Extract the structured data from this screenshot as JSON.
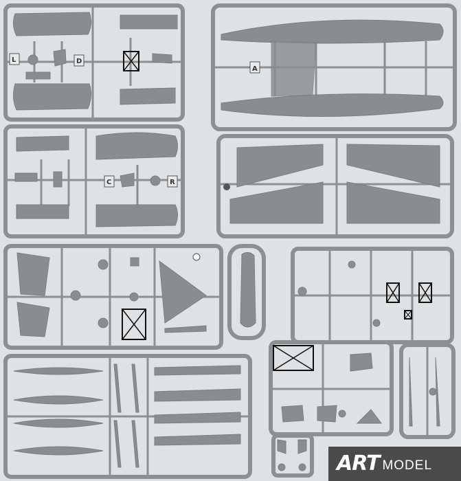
{
  "sheet": {
    "brand_art": "ART",
    "brand_model": "MODEL",
    "sprue_letters": {
      "L": "L",
      "D": "D",
      "A": "A",
      "C": "C",
      "R": "R"
    }
  },
  "colors": {
    "paper": "#dfe2e4",
    "sprue": "#8d9092",
    "part": "#8a8d8f",
    "frame_line": "#6f7274",
    "brand_bg": "#4a4a4a"
  }
}
